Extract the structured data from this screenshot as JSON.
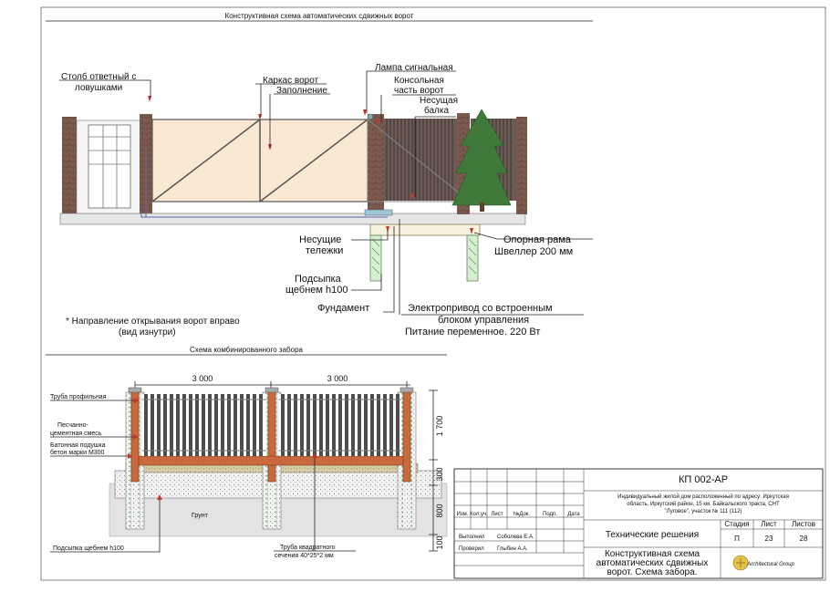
{
  "top_title": "Конструктивная схема автоматических сдвижных ворот",
  "labels": {
    "post": [
      "Столб ответный с",
      "ловушками"
    ],
    "frame": "Каркас ворот",
    "fill": "Заполнение",
    "lamp": "Лампа сигнальная",
    "console": [
      "Консольная",
      "часть ворот"
    ],
    "beam": [
      "Несущая",
      "балка"
    ],
    "carts": [
      "Несущие",
      "тележки"
    ],
    "support": [
      "Опорная рама",
      "Швеллер 200 мм"
    ],
    "gravel": [
      "Подсыпка",
      "щебнем h100"
    ],
    "foundation": "Фундамент",
    "drive": [
      "Электропривод со встроенным",
      "блоком управления",
      "Питание переменное. 220 Вт"
    ],
    "direction": [
      "* Направление открывания ворот вправо",
      "(вид изнутри)"
    ]
  },
  "fence_title": "Схема комбинированного забора",
  "fence_labels": {
    "pipe": "Труба профильная",
    "mix": [
      "Песчанно-",
      "цементная смесь"
    ],
    "pad": [
      "Батонная подушка",
      "бетон марки М300"
    ],
    "soil": "Грунт",
    "gravel": "Подсыпка щебнем h100",
    "square_pipe": [
      "Труба квадратного",
      "сечения 40*25*2 мм"
    ]
  },
  "dimensions": {
    "span1": "3 000",
    "span2": "3 000",
    "h1": "1 700",
    "h2": "300",
    "h3": "800",
    "h4": "100"
  },
  "stamp": {
    "code": "КП 002-АР",
    "project": [
      "Индивидуальный жилой дом расположенный по адресу: Иркутская",
      "область, Иркутский район, 15 км. Байкальского тракта, СНТ",
      "\"Луговое\", участок № 111 (112)"
    ],
    "headers": [
      "Изм.",
      "Кол.уч.",
      "Лист",
      "№Док.",
      "Подп.",
      "Дата"
    ],
    "role1": "Выполнил",
    "name1": "Соболева Е.А.",
    "role2": "Проверил",
    "name2": "Глыбин А.А.",
    "section": "Технические решения",
    "stage_h": "Стадия",
    "sheet_h": "Лист",
    "sheets_h": "Листов",
    "stage": "П",
    "sheet": "23",
    "sheets": "28",
    "drawing": [
      "Конструктивная схема",
      "автоматических сдвижных",
      "ворот. Схема забора."
    ],
    "logo": "Architectural Group"
  }
}
